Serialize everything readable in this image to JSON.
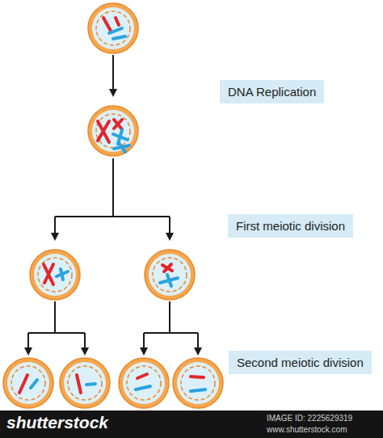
{
  "diagram": {
    "nodes": [
      {
        "text": [
          "DNA Replication"
        ]
      },
      {
        "text": [
          "First meiotic division"
        ]
      },
      {
        "text": [
          "Second meiotic division"
        ]
      }
    ],
    "labels": [
      "shutterstock",
      "IMAGE ID: 2225629319",
      "www.shutterstock.com"
    ]
  }
}
